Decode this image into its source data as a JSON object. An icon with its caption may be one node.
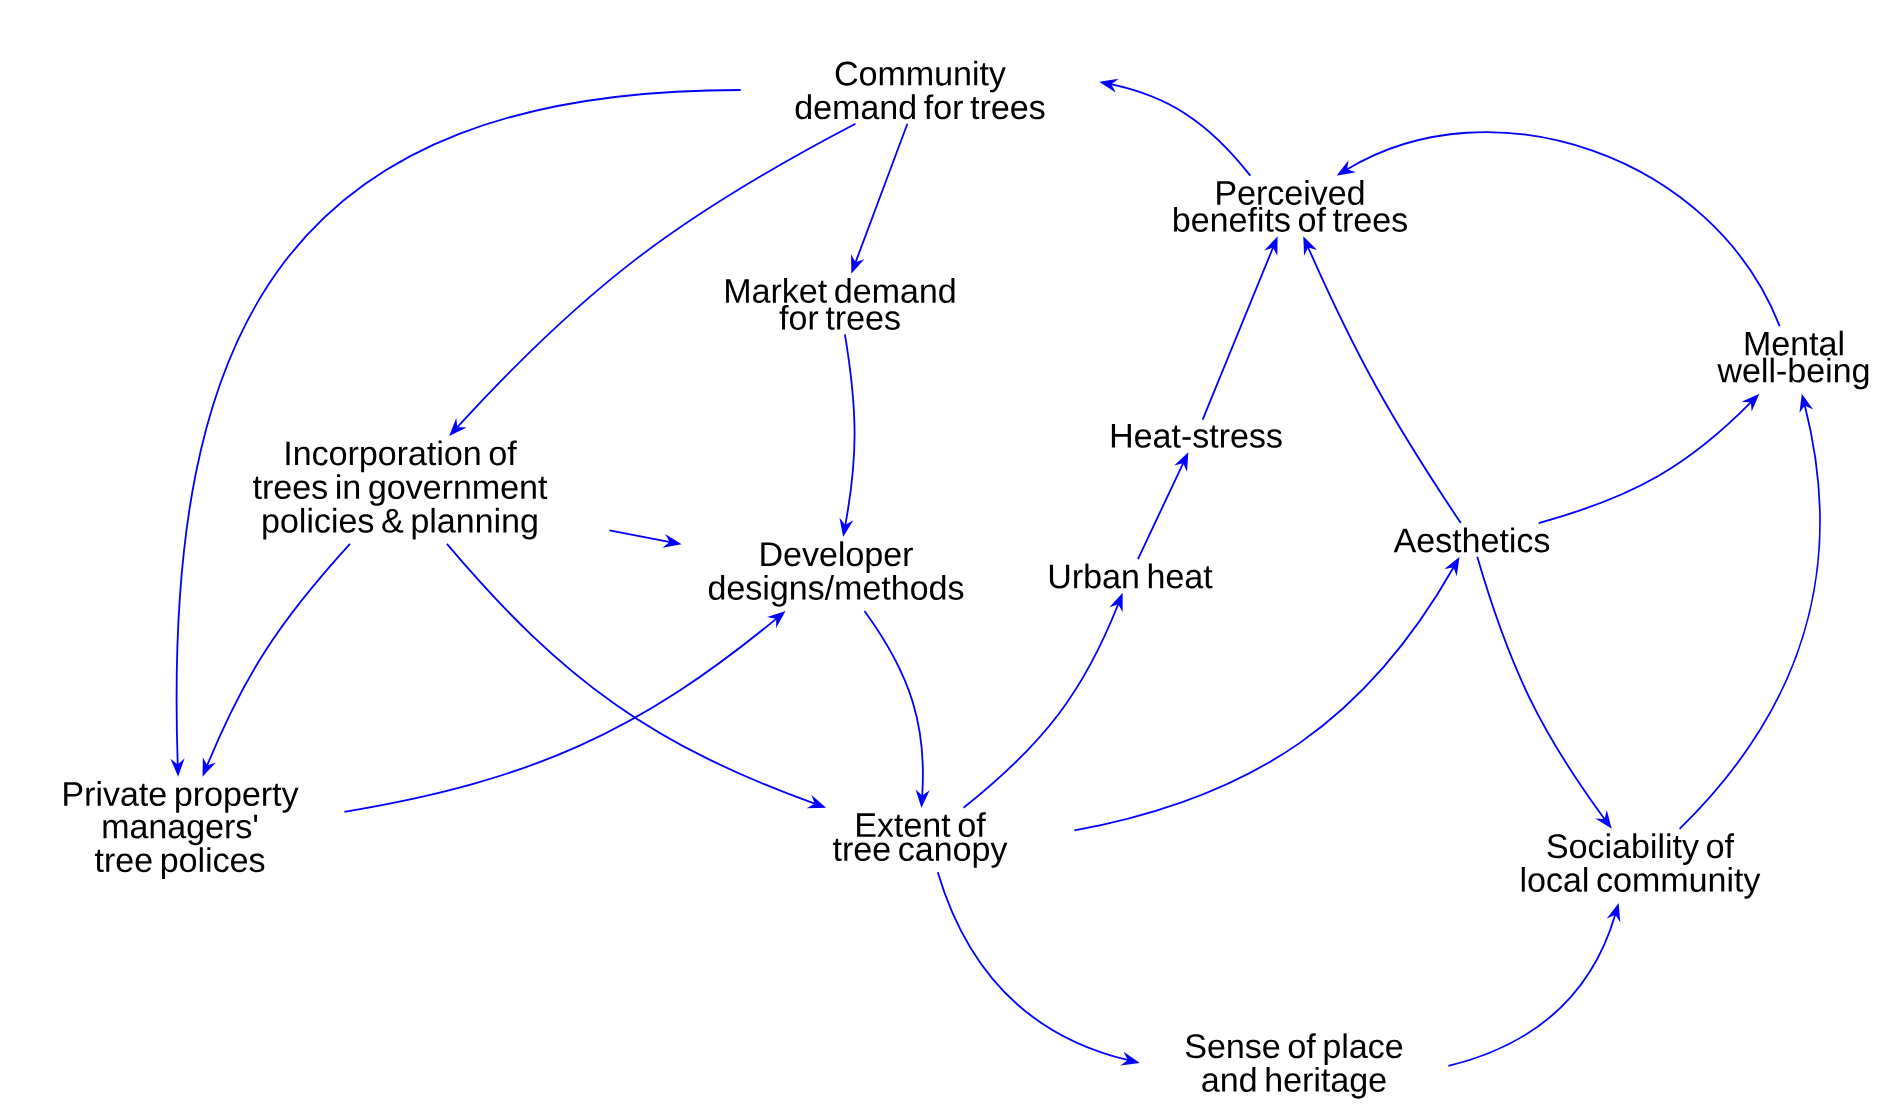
{
  "diagram": {
    "nodes": [
      {
        "text": [
          "Community demand for trees"
        ]
      },
      {
        "text": [
          "Perceived benefits of trees"
        ]
      },
      {
        "text": [
          "Market demand for trees"
        ]
      },
      {
        "text": [
          "Mental well-being"
        ]
      },
      {
        "text": [
          "Incorporation of trees in government policies & planning"
        ]
      },
      {
        "text": [
          "Heat-stress"
        ]
      },
      {
        "text": [
          "Developer designs/methods"
        ]
      },
      {
        "text": [
          "Urban heat"
        ]
      },
      {
        "text": [
          "Aesthetics"
        ]
      },
      {
        "text": [
          "Private property managers' tree polices"
        ]
      },
      {
        "text": [
          "Extent of tree canopy"
        ]
      },
      {
        "text": [
          "Sociability of local community"
        ]
      },
      {
        "text": [
          "Sense of place and heritage"
        ]
      }
    ],
    "edges": [
      {
        "from": 0,
        "to": 9,
        "arrow": "to"
      },
      {
        "from": 0,
        "to": 4,
        "arrow": "to"
      },
      {
        "from": 0,
        "to": 2,
        "arrow": "to"
      },
      {
        "from": 1,
        "to": 0,
        "arrow": "to"
      },
      {
        "from": 3,
        "to": 1,
        "arrow": "to"
      },
      {
        "from": 2,
        "to": 6,
        "arrow": "to"
      },
      {
        "from": 4,
        "to": 6,
        "arrow": "to"
      },
      {
        "from": 4,
        "to": 9,
        "arrow": "to"
      },
      {
        "from": 4,
        "to": 10,
        "arrow": "to"
      },
      {
        "from": 9,
        "to": 6,
        "arrow": "to"
      },
      {
        "from": 6,
        "to": 10,
        "arrow": "to"
      },
      {
        "from": 10,
        "to": 7,
        "arrow": "to"
      },
      {
        "from": 7,
        "to": 5,
        "arrow": "to"
      },
      {
        "from": 5,
        "to": 1,
        "arrow": "to"
      },
      {
        "from": 10,
        "to": 8,
        "arrow": "to"
      },
      {
        "from": 8,
        "to": 1,
        "arrow": "to"
      },
      {
        "from": 8,
        "to": 3,
        "arrow": "to"
      },
      {
        "from": 8,
        "to": 11,
        "arrow": "to"
      },
      {
        "from": 11,
        "to": 3,
        "arrow": "to"
      },
      {
        "from": 10,
        "to": 12,
        "arrow": "to"
      },
      {
        "from": 12,
        "to": 11,
        "arrow": "to"
      }
    ]
  }
}
